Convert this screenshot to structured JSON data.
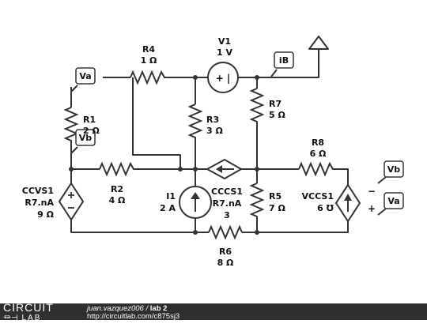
{
  "components": {
    "R4": {
      "name": "R4",
      "value": "1 Ω"
    },
    "V1": {
      "name": "V1",
      "value": "1 V"
    },
    "R1": {
      "name": "R1",
      "value": "2 Ω"
    },
    "R7": {
      "name": "R7",
      "value": "5 Ω"
    },
    "R3": {
      "name": "R3",
      "value": "3 Ω"
    },
    "R8": {
      "name": "R8",
      "value": "6 Ω"
    },
    "R2": {
      "name": "R2",
      "value": "4 Ω"
    },
    "I1": {
      "name": "I1",
      "value": "2 A"
    },
    "CCCS1": {
      "name": "CCCS1",
      "expr": "R7.nA",
      "gain": "3"
    },
    "R5": {
      "name": "R5",
      "value": "7 Ω"
    },
    "VCCS1": {
      "name": "VCCS1",
      "value": "6 ℧"
    },
    "CCVS1": {
      "name": "CCVS1",
      "expr": "R7.nA",
      "value": "9 Ω"
    },
    "R6": {
      "name": "R6",
      "value": "8 Ω"
    }
  },
  "probes": {
    "va_top": "Va",
    "vb_left": "Vb",
    "ib": "iB",
    "vb_right": "Vb",
    "va_right": "Va"
  },
  "signs": {
    "v1": "+ |",
    "minus": "−",
    "plus": "+"
  },
  "footer": {
    "logo_top": "CIRCUIT",
    "logo_bottom": "LAB",
    "author": "juan.vazquez006",
    "separator": " / ",
    "title": "lab 2",
    "url": "http://circuitlab.com/c875sj3"
  }
}
